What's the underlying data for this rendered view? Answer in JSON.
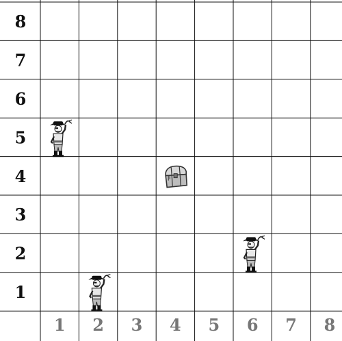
{
  "board": {
    "columns": 8,
    "rows": 8,
    "x_labels": [
      "1",
      "2",
      "3",
      "4",
      "5",
      "6",
      "7",
      "8"
    ],
    "y_labels": [
      "1",
      "2",
      "3",
      "4",
      "5",
      "6",
      "7",
      "8"
    ],
    "colors": {
      "grid_line": "#111111",
      "y_label": "#111111",
      "x_label": "#777777",
      "background": "#ffffff"
    },
    "pieces": [
      {
        "type": "pirate",
        "icon": "pirate-icon",
        "col": 1,
        "row": 5
      },
      {
        "type": "pirate",
        "icon": "pirate-icon",
        "col": 2,
        "row": 1
      },
      {
        "type": "pirate",
        "icon": "pirate-icon",
        "col": 6,
        "row": 2
      },
      {
        "type": "treasure",
        "icon": "treasure-chest-icon",
        "col": 4,
        "row": 4
      }
    ]
  }
}
